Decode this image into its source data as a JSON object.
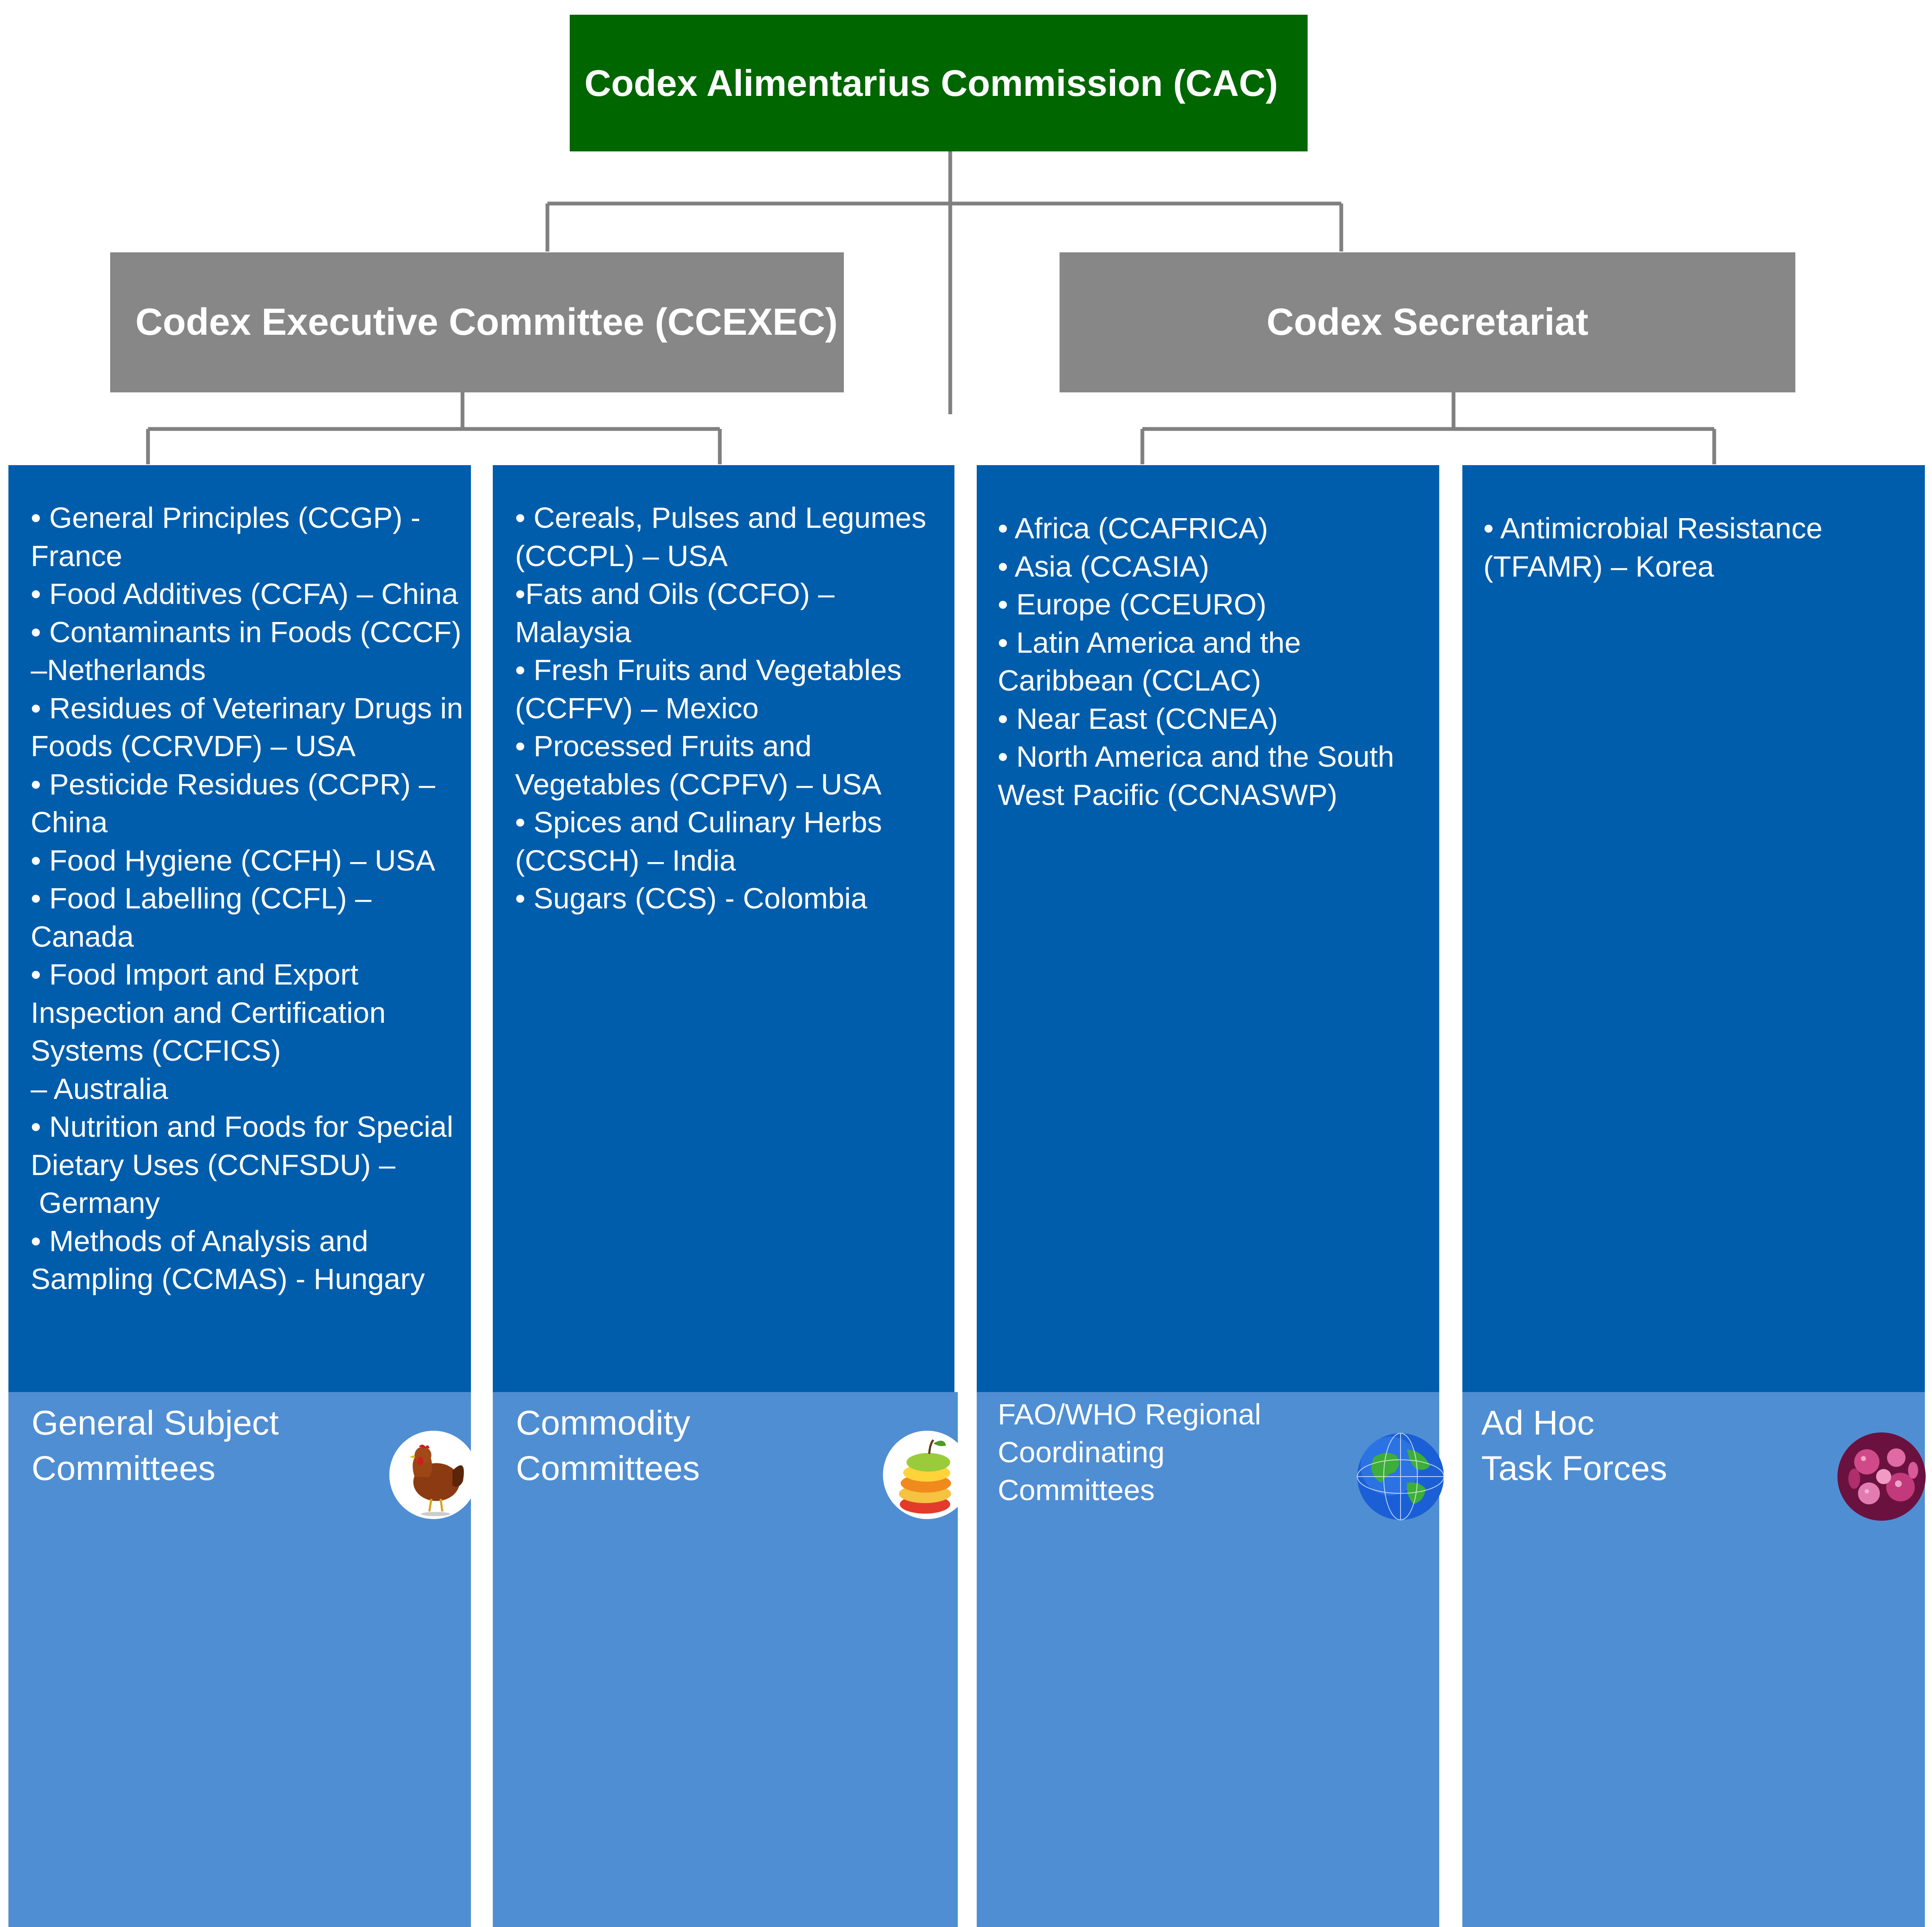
{
  "cac": {
    "title": "Codex Alimentarius Commission (CAC)"
  },
  "executive": {
    "title": "Codex Executive Committee (CCEXEC)"
  },
  "secretariat": {
    "title": "Codex Secretariat"
  },
  "colors": {
    "cac": "#006600",
    "grey": "#878787",
    "column": "#005dac",
    "footer": "#4f8ed3",
    "connector": "#808080"
  },
  "columns": [
    {
      "items": [
        "• General Principles (CCGP) - France",
        "• Food Additives (CCFA) – China",
        "• Contaminants in Foods (CCCF) –Netherlands",
        "• Residues of Veterinary Drugs in Foods (CCRVDF) – USA",
        "• Pesticide Residues (CCPR) – China",
        "• Food Hygiene (CCFH) – USA",
        "• Food Labelling (CCFL) – Canada",
        "• Food Import and Export Inspection and Certification Systems (CCFICS)\n– Australia",
        "• Nutrition and Foods for Special Dietary Uses (CCNFSDU) –\n Germany",
        "• Methods of Analysis and Sampling (CCMAS) - Hungary"
      ],
      "footer": "General Subject\nCommittees",
      "icon": "chicken-icon"
    },
    {
      "items": [
        "• Cereals, Pulses and Legumes (CCCPL) – USA",
        "•Fats and Oils (CCFO) – Malaysia",
        "• Fresh Fruits and Vegetables (CCFFV) – Mexico",
        "• Processed Fruits and Vegetables (CCPFV) – USA",
        "• Spices and Culinary Herbs (CCSCH) – India",
        "• Sugars (CCS) - Colombia"
      ],
      "footer": "Commodity\nCommittees",
      "icon": "fruit-stack-icon"
    },
    {
      "items": [
        "• Africa (CCAFRICA)",
        "• Asia (CCASIA)",
        "• Europe (CCEURO)",
        "• Latin America and the Caribbean (CCLAC)",
        "• Near East (CCNEA)",
        "• North America and the South West Pacific (CCNASWP)"
      ],
      "footer": "FAO/WHO Regional\nCoordinating\nCommittees",
      "icon": "globe-icon"
    },
    {
      "items": [
        "• Antimicrobial Resistance (TFAMR) – Korea"
      ],
      "footer": "Ad Hoc\nTask Forces",
      "icon": "bacteria-icon"
    }
  ]
}
